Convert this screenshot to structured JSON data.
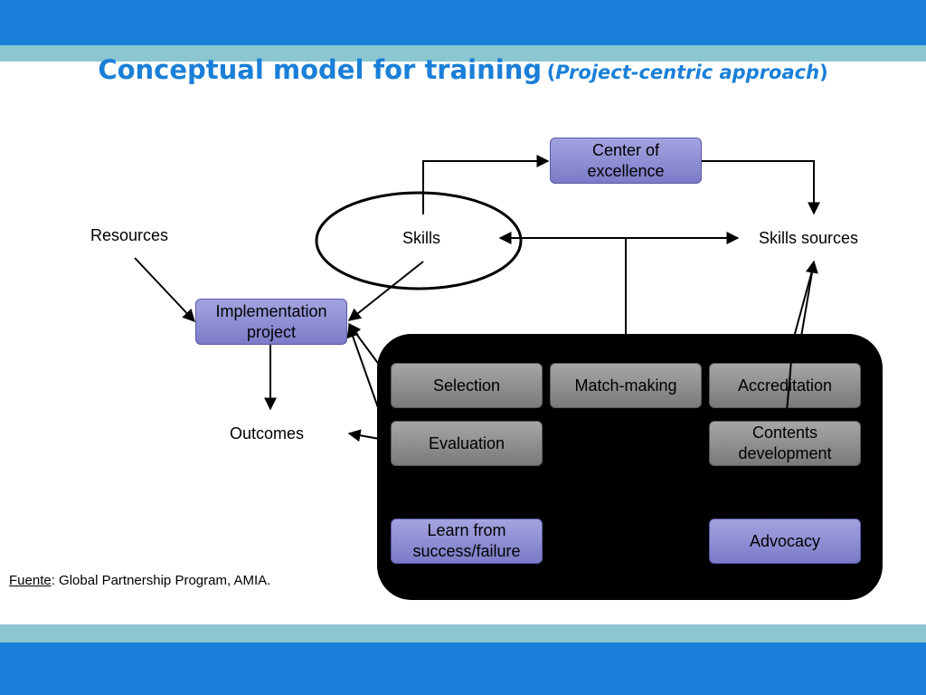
{
  "title": {
    "main": "Conceptual model for training",
    "sub_open": "(",
    "sub_italic": "Project-centric approach",
    "sub_close": ")"
  },
  "nodes": {
    "center_of_excellence": "Center of excellence",
    "skills": "Skills",
    "skills_sources": "Skills sources",
    "resources": "Resources",
    "implementation_project": "Implementation project",
    "outcomes": "Outcomes"
  },
  "activities": {
    "selection": "Selection",
    "match_making": "Match-making",
    "accreditation": "Accreditation",
    "evaluation": "Evaluation",
    "contents_development": "Contents development",
    "learn_from": "Learn from success/failure",
    "advocacy": "Advocacy"
  },
  "source_note": {
    "label": "Fuente",
    "text": ": Global Partnership Program, AMIA."
  },
  "colors": {
    "band_dark": "#1a7fd8",
    "band_light": "#8cc6d1",
    "title": "#1a7fd8",
    "box_purple": "#8f8fd6",
    "box_gray": "#8e8e8e",
    "panel": "#000000"
  }
}
